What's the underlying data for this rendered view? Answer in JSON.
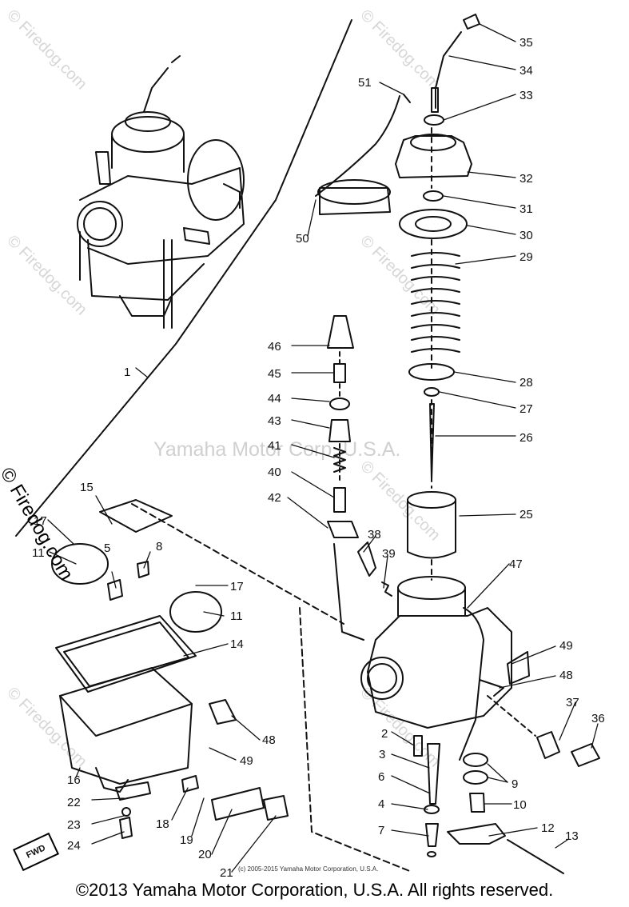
{
  "watermark": {
    "corner_text": "© Firedog.com",
    "center_text": "Yamaha Motor Corp, U.S.A."
  },
  "left_stamp": "© Firedog.com",
  "fwd_label": "FWD",
  "small_copyright": "(c) 2005-2015 Yamaha Motor Corporation, U.S.A.",
  "footer": "©2013 Yamaha Motor Corporation, U.S.A. All rights reserved.",
  "callouts": [
    "1",
    "2",
    "3",
    "4",
    "5",
    "6",
    "7",
    "8",
    "9",
    "10",
    "11",
    "11",
    "12",
    "13",
    "14",
    "15",
    "16",
    "17",
    "17",
    "18",
    "19",
    "20",
    "21",
    "22",
    "23",
    "24",
    "25",
    "26",
    "27",
    "28",
    "29",
    "30",
    "31",
    "32",
    "33",
    "34",
    "35",
    "36",
    "37",
    "38",
    "39",
    "40",
    "41",
    "42",
    "43",
    "44",
    "45",
    "46",
    "47",
    "48",
    "48",
    "49",
    "49",
    "50",
    "51"
  ],
  "colors": {
    "line": "#111111",
    "watermark": "#d6d6d6"
  }
}
